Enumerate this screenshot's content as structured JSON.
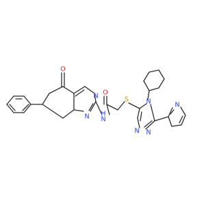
{
  "colors": {
    "N": "#1f3cff",
    "O": "#e02020",
    "S": "#b8a000",
    "bond": "#2b2b2b"
  },
  "atom_labels": {
    "O_ketone": "O",
    "N_pyrimidine_top": "N",
    "N_pyrimidine_bottom": "N",
    "NH_amide": "H",
    "NH_amide_N": "N",
    "O_amide": "O",
    "S_thioether": "S",
    "N4_triazole": "N",
    "N_triazole_1": "N",
    "N_triazole_2": "N",
    "N_pyridine": "N"
  }
}
